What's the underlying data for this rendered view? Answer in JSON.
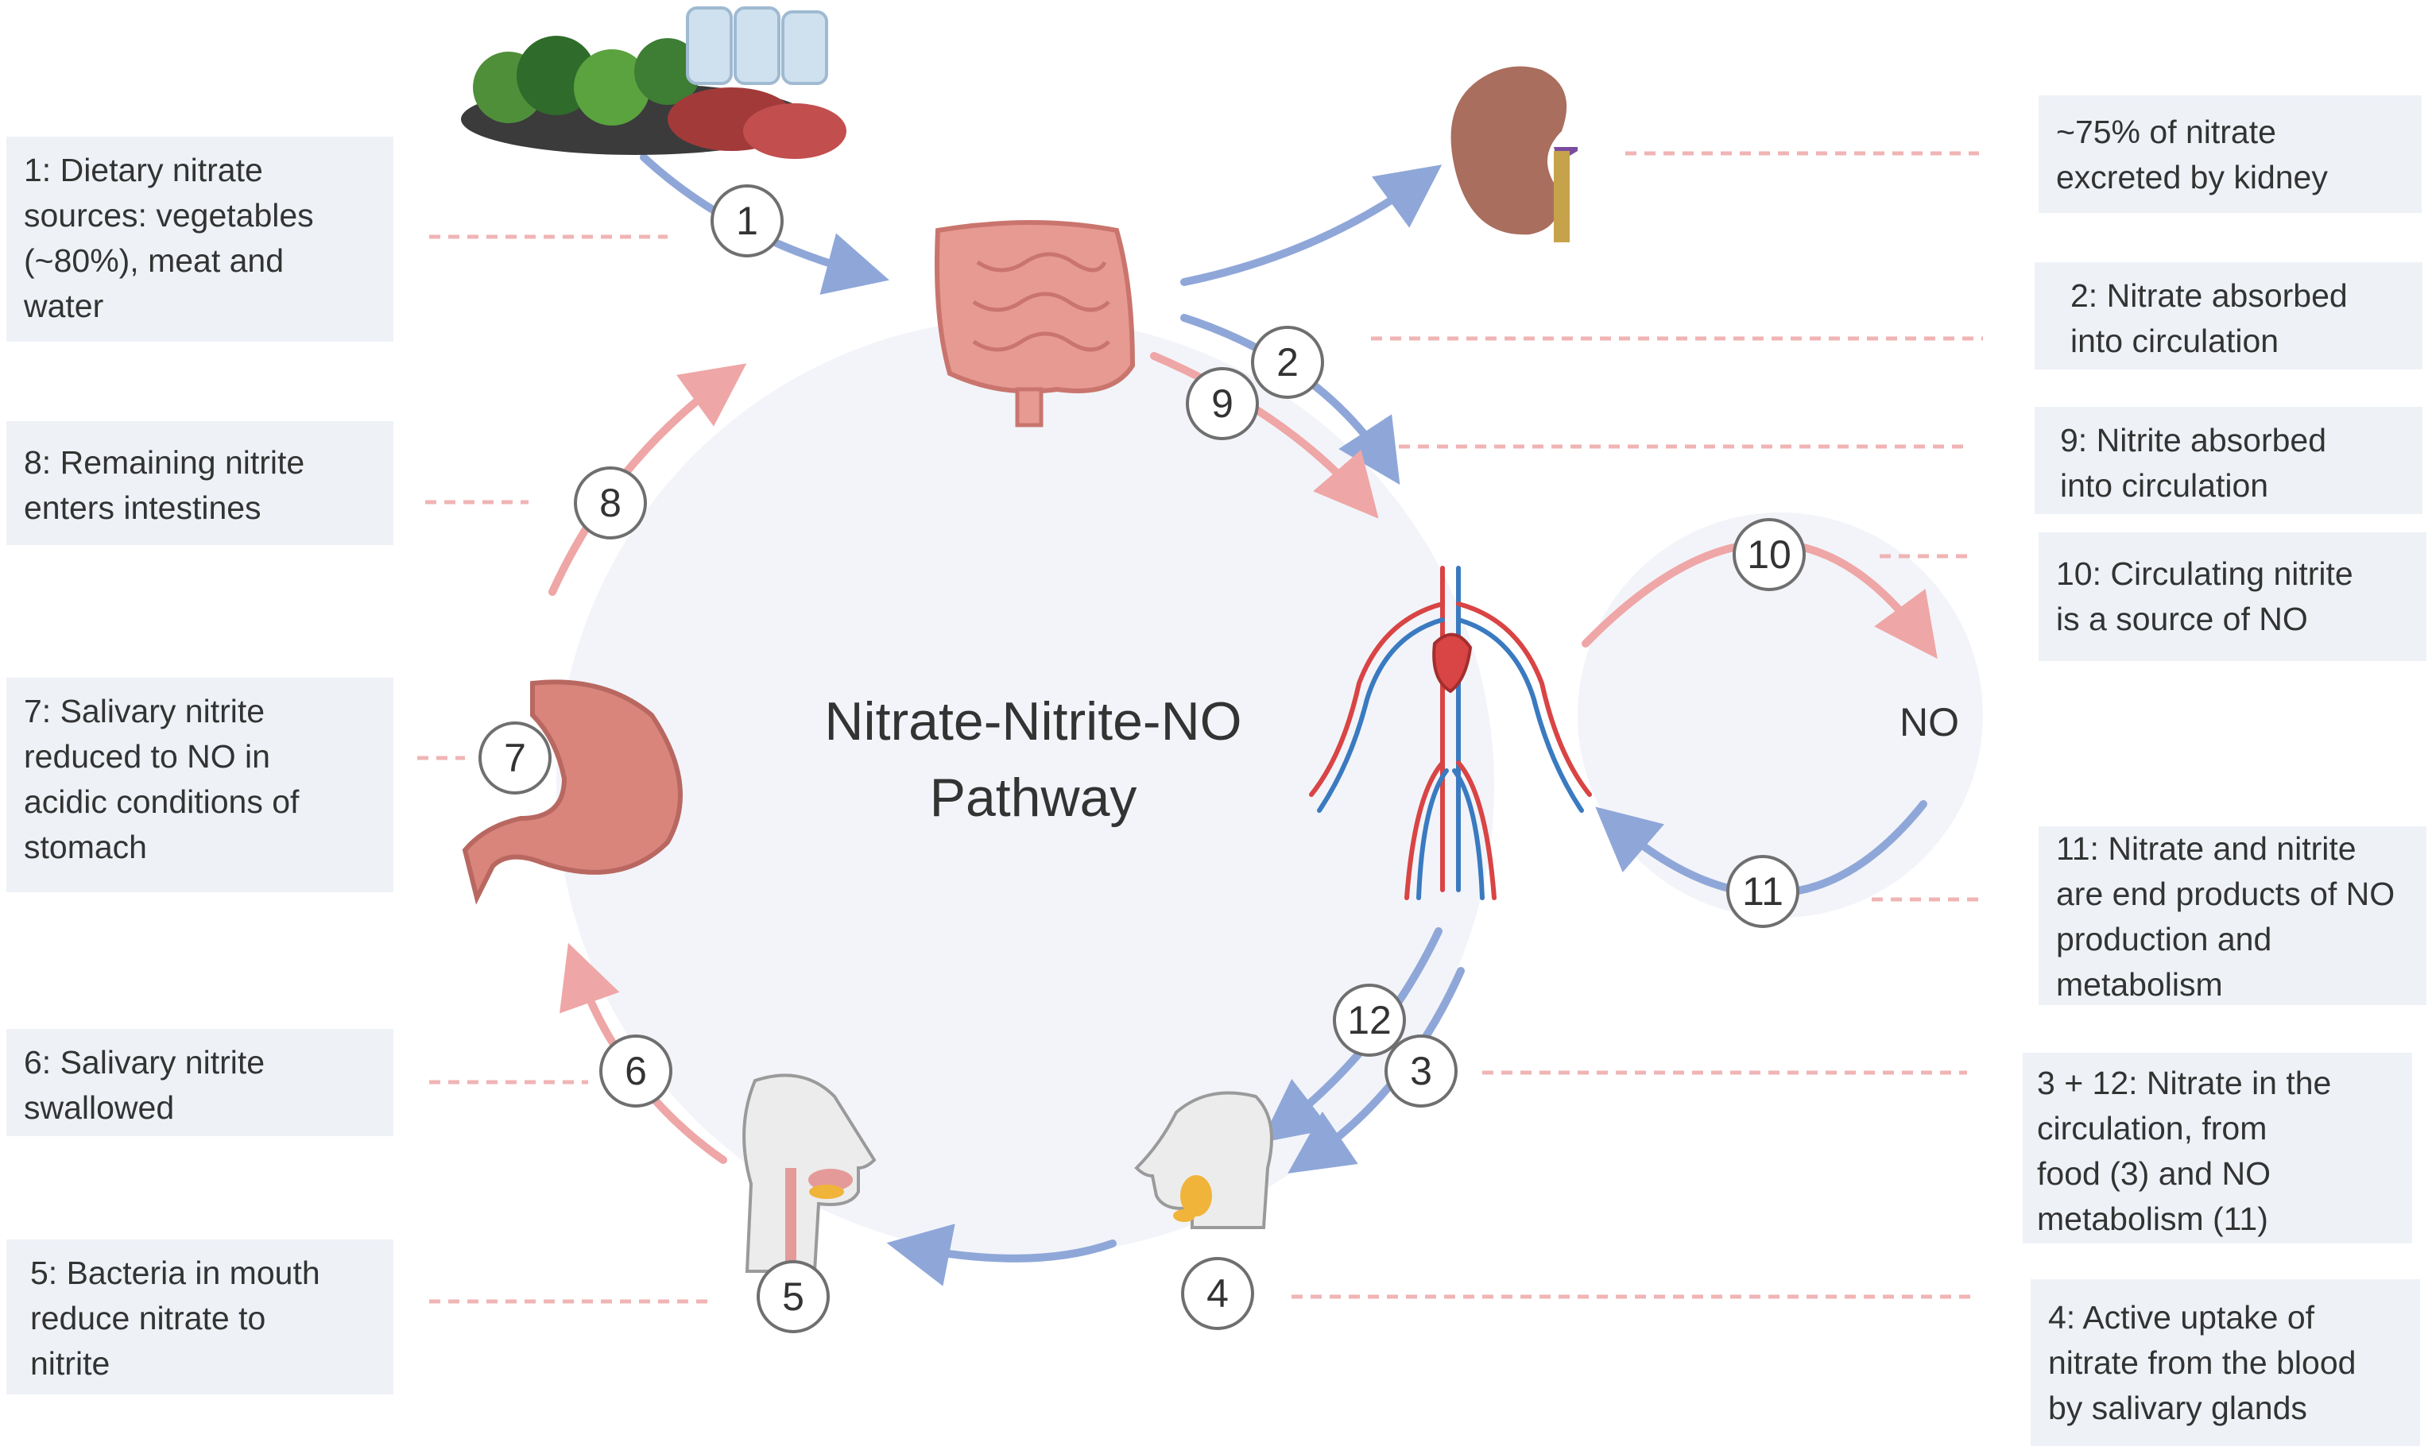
{
  "title": [
    "Nitrate-Nitrite-NO",
    "Pathway"
  ],
  "no_label": "NO",
  "steps": [
    "1",
    "2",
    "3",
    "4",
    "5",
    "6",
    "7",
    "8",
    "9",
    "10",
    "11",
    "12"
  ],
  "colors": {
    "blue": "#8fa7d8",
    "pink": "#efa6a6",
    "circle_bg": "#f2f4f9",
    "box_bg": "#eef2f7",
    "dash": "#f0b4b4"
  },
  "boxes": {
    "b1": [
      "1: Dietary nitrate",
      "sources: vegetables",
      "(~80%), meat and",
      "water"
    ],
    "b8": [
      "8: Remaining nitrite",
      "enters intestines"
    ],
    "b7": [
      "7: Salivary nitrite",
      "reduced to NO in",
      "acidic conditions of",
      "stomach"
    ],
    "b6": [
      "6: Salivary nitrite",
      "swallowed"
    ],
    "b5": [
      "5: Bacteria in mouth",
      "reduce nitrate to",
      "nitrite"
    ],
    "kidney": [
      "~75% of nitrate",
      "excreted by kidney"
    ],
    "b2": [
      "2: Nitrate absorbed",
      "into circulation"
    ],
    "b9": [
      "9: Nitrite absorbed",
      "into circulation"
    ],
    "b10": [
      "10: Circulating nitrite",
      "is a source of NO"
    ],
    "b11": [
      "11: Nitrate and nitrite",
      "are end products of NO",
      "production and",
      "metabolism"
    ],
    "b3_12": [
      "3 + 12: Nitrate in the",
      "circulation, from",
      "food (3) and NO",
      "metabolism (11)"
    ],
    "b4": [
      "4: Active uptake of",
      "nitrate from the blood",
      "by salivary glands"
    ]
  },
  "icons": [
    "food-icon",
    "intestine-icon",
    "kidney-icon",
    "circulatory-system-icon",
    "stomach-icon",
    "head-mouth-icon",
    "head-salivary-icon"
  ]
}
